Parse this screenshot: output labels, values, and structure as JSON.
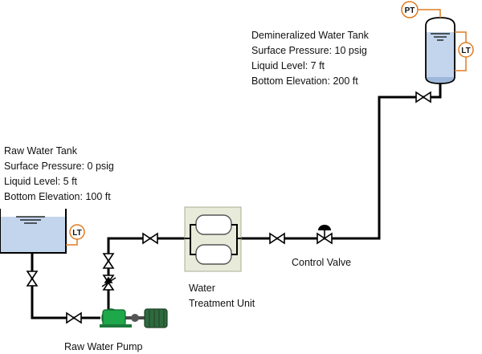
{
  "raw_tank": {
    "title": "Raw Water Tank",
    "pressure": "Surface Pressure: 0 psig",
    "level": "Liquid Level:  5 ft",
    "elevation": "Bottom Elevation: 100 ft",
    "transmitter": "LT"
  },
  "demin_tank": {
    "title": "Demineralized Water Tank",
    "pressure": "Surface Pressure: 10 psig",
    "level": "Liquid Level: 7 ft",
    "elevation": "Bottom Elevation: 200 ft",
    "pressure_transmitter": "PT",
    "level_transmitter": "LT"
  },
  "pump": {
    "label": "Raw Water  Pump"
  },
  "treatment_unit": {
    "label_line1": "Water",
    "label_line2": "Treatment Unit"
  },
  "control_valve": {
    "label": "Control Valve"
  },
  "colors": {
    "pipe": "#000000",
    "water": "#c3d5ec",
    "water_dark": "#9db7dc",
    "instrument_line": "#e07b22",
    "pump_body": "#1fa84a",
    "motor": "#2f6a3e",
    "treatment_fill": "#e8ebd9"
  }
}
